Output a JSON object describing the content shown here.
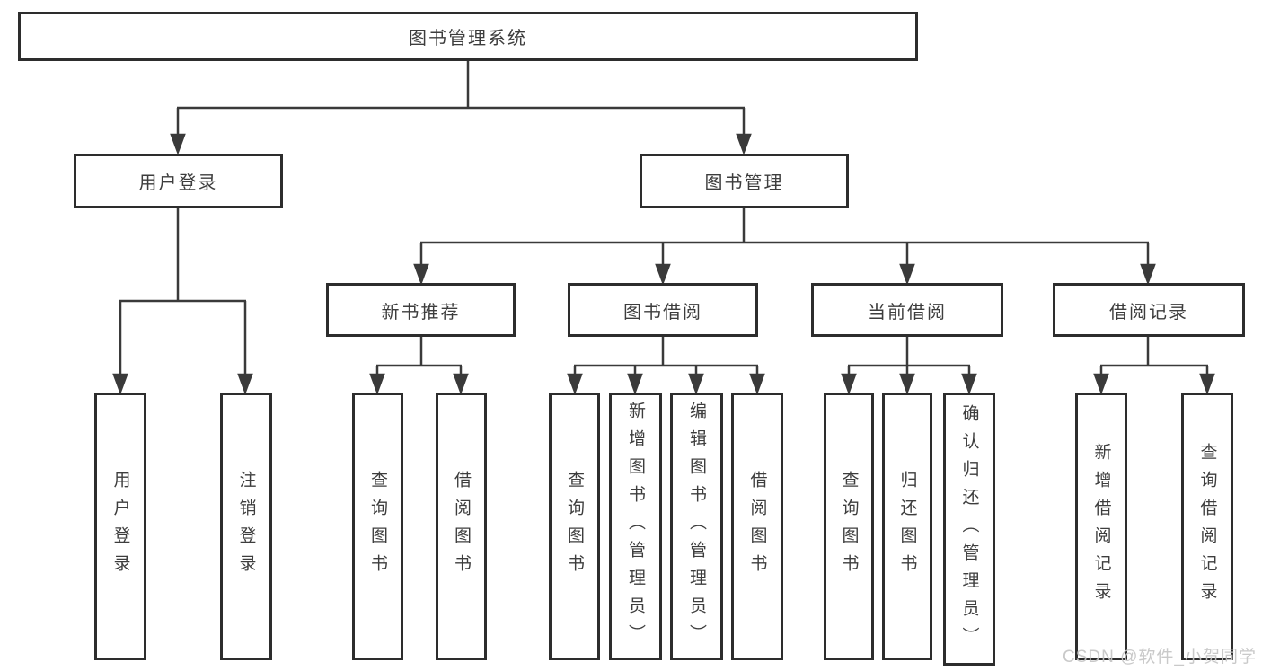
{
  "tree": {
    "label": "图书管理系统",
    "children": [
      {
        "label": "用户登录",
        "children": [
          {
            "label": "用户登录"
          },
          {
            "label": "注销登录"
          }
        ]
      },
      {
        "label": "图书管理",
        "children": [
          {
            "label": "新书推荐",
            "children": [
              {
                "label": "查询图书"
              },
              {
                "label": "借阅图书"
              }
            ]
          },
          {
            "label": "图书借阅",
            "children": [
              {
                "label": "查询图书"
              },
              {
                "label": "新增图书（管理员）"
              },
              {
                "label": "编辑图书（管理员）"
              },
              {
                "label": "借阅图书"
              }
            ]
          },
          {
            "label": "当前借阅",
            "children": [
              {
                "label": "查询图书"
              },
              {
                "label": "归还图书"
              },
              {
                "label": "确认归还（管理员）"
              }
            ]
          },
          {
            "label": "借阅记录",
            "children": [
              {
                "label": "新增借阅记录"
              },
              {
                "label": "查询借阅记录"
              }
            ]
          }
        ]
      }
    ]
  },
  "colors": {
    "line": "#3a3a3a",
    "border": "#2d2d2d",
    "text": "#3d3d3d",
    "watermark": "#c5c5c5"
  },
  "watermark": "CSDN @软件_小贺同学"
}
